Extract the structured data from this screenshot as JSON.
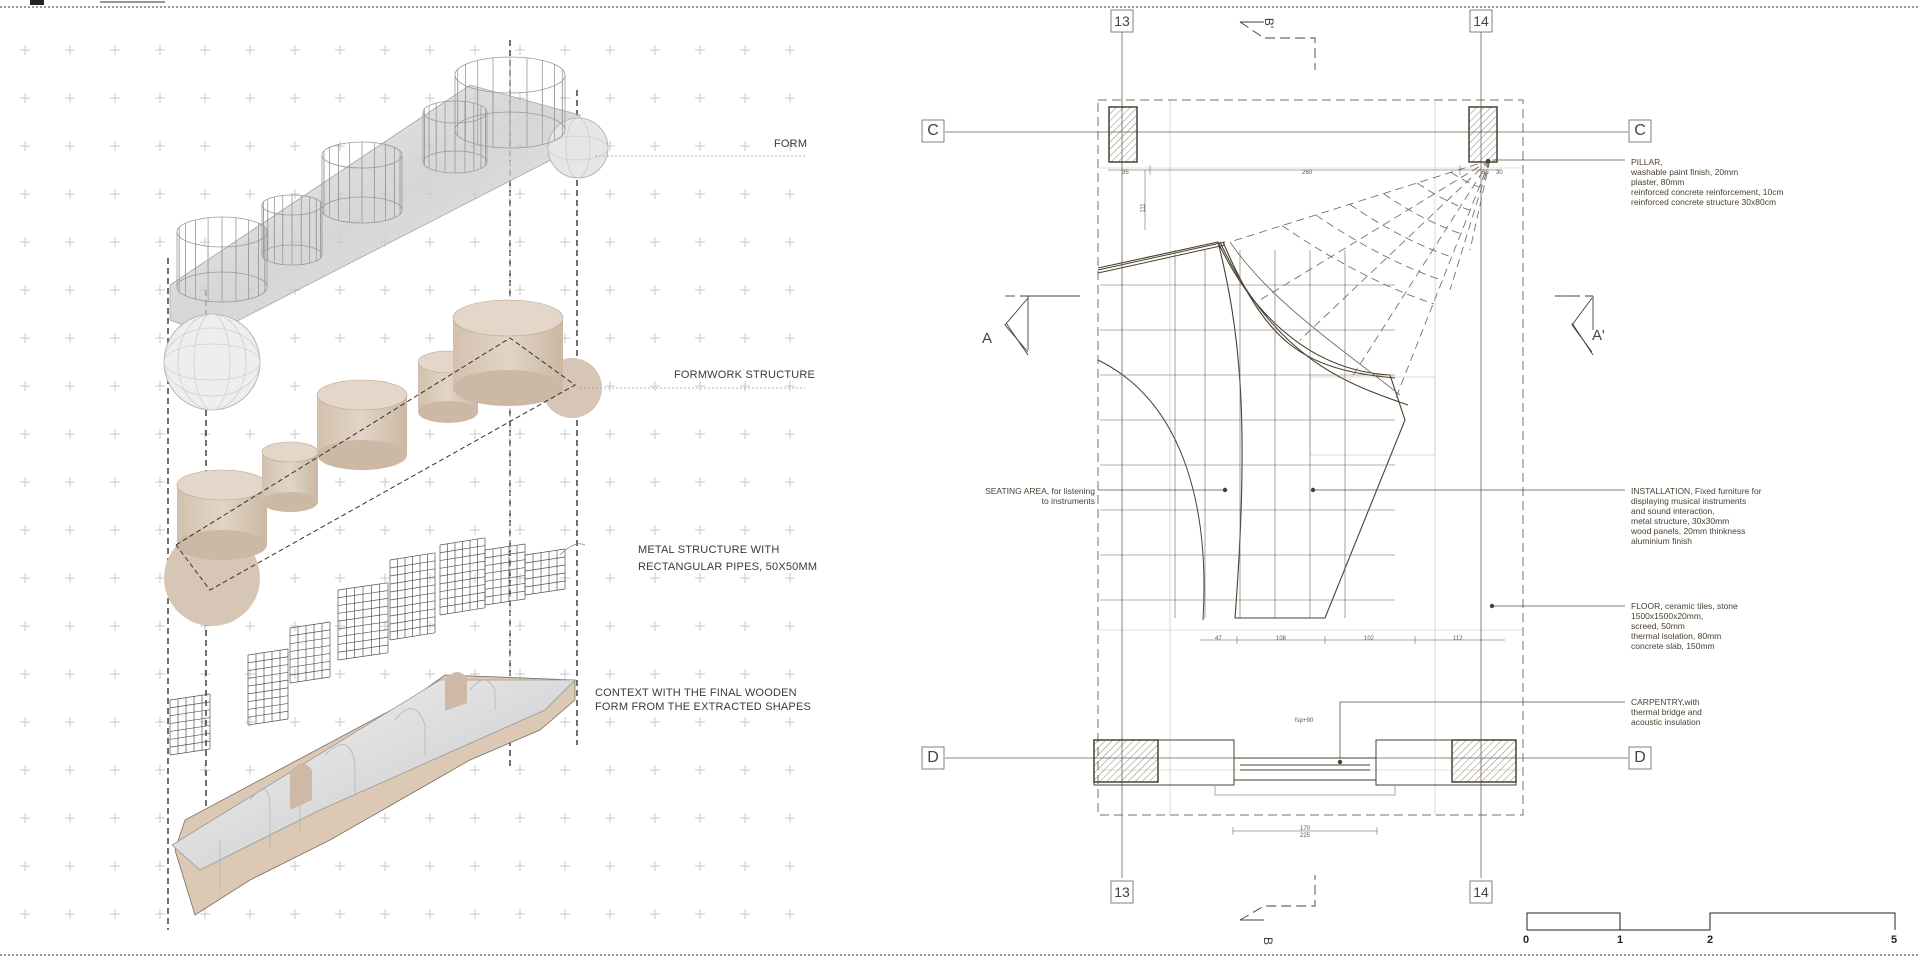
{
  "left_panel": {
    "labels": {
      "form": "FORM",
      "formwork": "FORMWORK STRUCTURE",
      "metal_line1": "METAL STRUCTURE WITH",
      "metal_line2": "RECTANGULAR PIPES, 50X50MM",
      "context_line1": "CONTEXT WITH THE FINAL WOODEN",
      "context_line2": "FORM FROM THE EXTRACTED SHAPES"
    }
  },
  "plan": {
    "grid_tags": {
      "axis_13_top": "13",
      "axis_14_top": "14",
      "axis_13_bottom": "13",
      "axis_14_bottom": "14",
      "c_left": "C",
      "c_right": "C",
      "d_left": "D",
      "d_right": "D",
      "a_left": "A",
      "a_right": "A'",
      "b_top": "B'",
      "b_bottom": "B"
    },
    "dimensions": {
      "top_left": "35",
      "top_mid": "260",
      "top_right": "35",
      "right_small": "30",
      "vertical": "111",
      "bottom_1": "47",
      "bottom_2": "108",
      "bottom_3": "102",
      "bottom_4": "112",
      "door_1": "170",
      "door_2": "225",
      "level": "fsp+90"
    },
    "notes": {
      "pillar": [
        "PILLAR,",
        "washable paint finish, 20mm",
        "plaster, 80mm",
        "reinforced concrete reinforcement, 10cm",
        "reinforced concrete structure 30x80cm"
      ],
      "seating": [
        "SEATING AREA, for listening",
        "to instruments"
      ],
      "installation": [
        "INSTALLATION, Fixed furniture for",
        "displaying musical instruments",
        "and sound interaction,",
        "metal structure, 30x30mm",
        "wood panels, 20mm thinkness",
        "aluminium finish"
      ],
      "floor": [
        "FLOOR, ceramic tiles, stone",
        "1500x1500x20mm,",
        "screed, 50mm",
        "thermal isolation, 80mm",
        "concrete slab, 150mm"
      ],
      "carpentry": [
        "CARPENTRY,with",
        " thermal bridge and",
        "acoustic insulation"
      ]
    },
    "scale_bar": [
      "0",
      "1",
      "2",
      "5"
    ]
  },
  "colors": {
    "line": "#4a4030",
    "wood": "#d9c9b8",
    "grid": "#b8b8b8"
  }
}
